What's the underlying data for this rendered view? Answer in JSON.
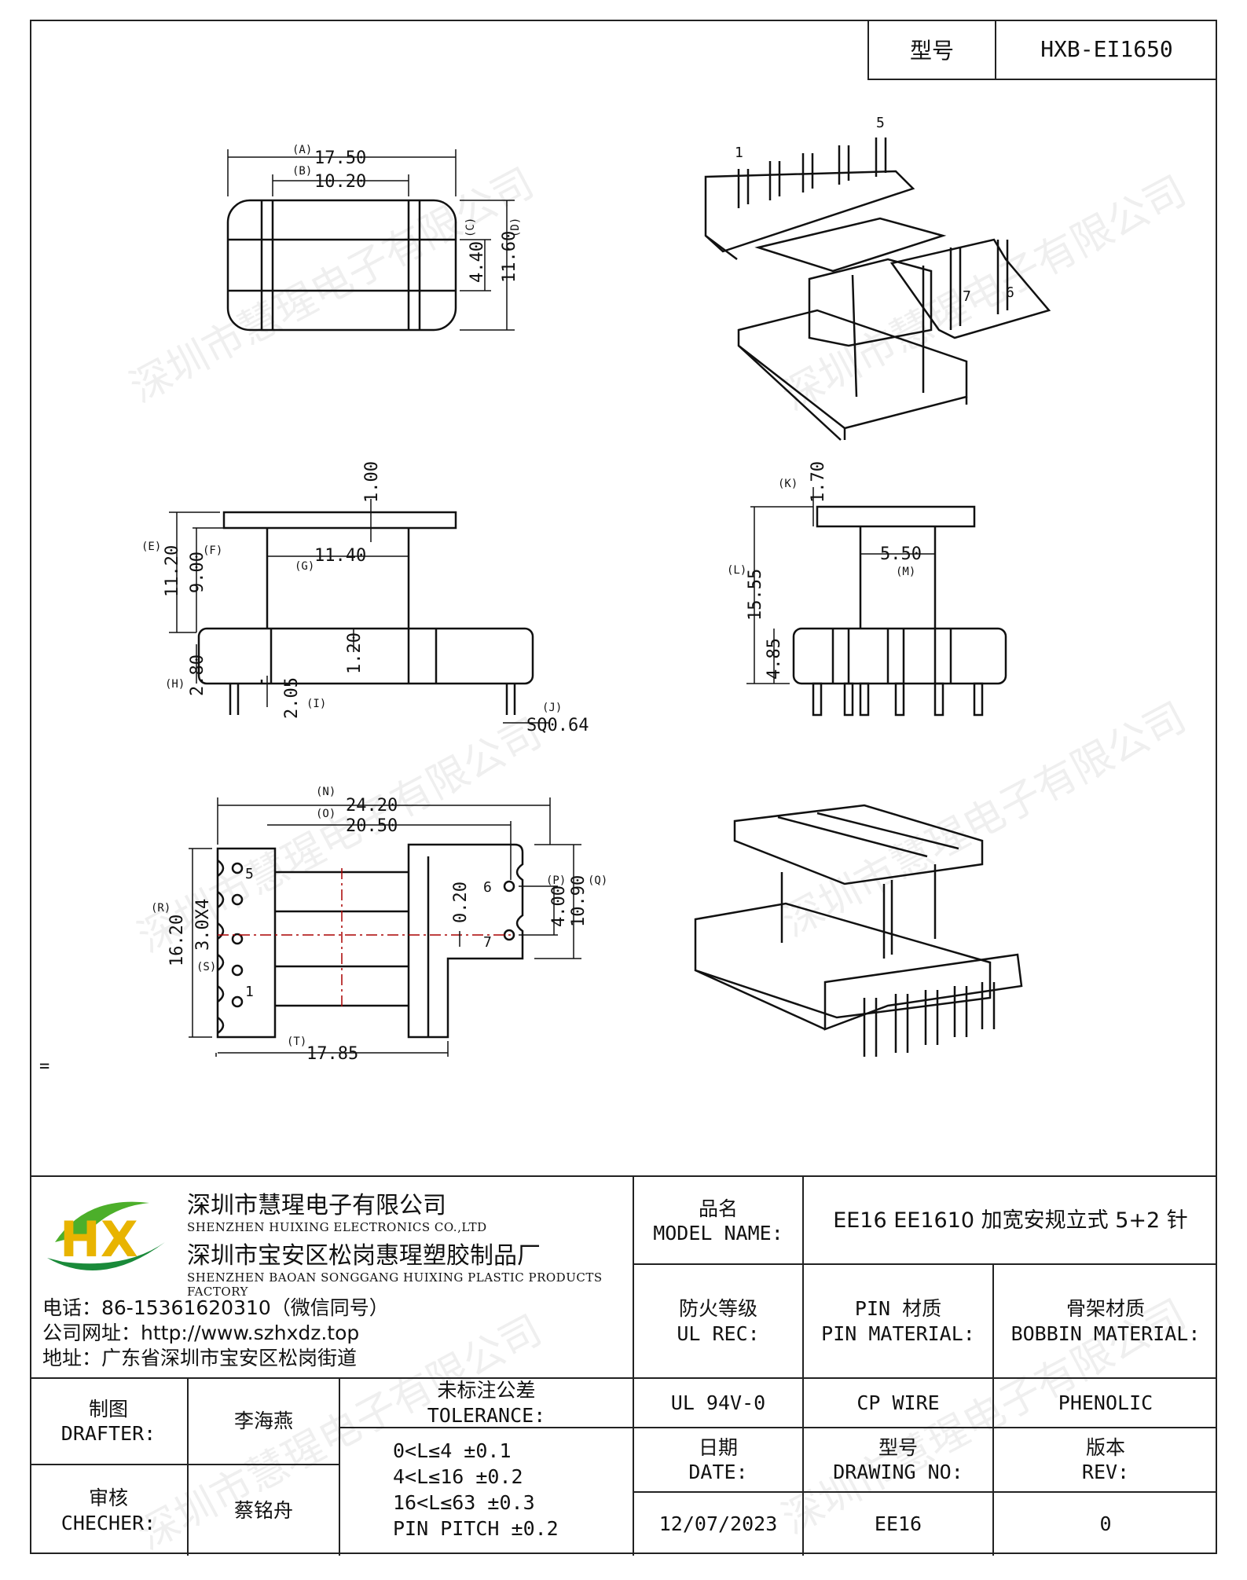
{
  "header": {
    "model_label": "型号",
    "model_value": "HXB-EI1650"
  },
  "watermark": "深圳市慧瑆电子有限公司",
  "equals_mark": "=",
  "views": {
    "top": {
      "a_label": "(A)",
      "a": "17.50",
      "b_label": "(B)",
      "b": "10.20",
      "c_label": "(C)",
      "c": "4.40",
      "d_label": "(D)",
      "d": "11.60"
    },
    "iso_top": {
      "pin_1": "1",
      "pin_5": "5",
      "pin_6": "6",
      "pin_7": "7"
    },
    "front": {
      "e_label": "(E)",
      "e": "11.20",
      "f_label": "(F)",
      "f": "9.00",
      "g_label": "(G)",
      "g": "11.40",
      "top_thk": "1.00",
      "flange": "1.20",
      "h_label": "(H)",
      "h": "2.80",
      "i_label": "(I)",
      "i": "2.05",
      "j_label": "(J)",
      "j": "SQ0.64"
    },
    "side": {
      "k_label": "(K)",
      "k": "1.70",
      "l_label": "(L)",
      "l": "15.55",
      "m_label": "(M)",
      "m": "5.50",
      "base": "4.85"
    },
    "bottom": {
      "n_label": "(N)",
      "n": "24.20",
      "o_label": "(O)",
      "o": "20.50",
      "p_label": "(P)",
      "p": "4.00",
      "q_label": "(Q)",
      "q": "10.90",
      "r_label": "(R)",
      "r": "16.20",
      "s_label": "(S)",
      "s": "3.0X4",
      "t_label": "(T)",
      "t": "17.85",
      "gap": "0.20",
      "pin_1": "1",
      "pin_5": "5",
      "pin_6": "6",
      "pin_7": "7"
    }
  },
  "company": {
    "name_cn": "深圳市慧瑆电子有限公司",
    "name_en": "SHENZHEN HUIXING ELECTRONICS CO.,LTD",
    "factory_cn": "深圳市宝安区松岗惠瑆塑胶制品厂",
    "factory_en": "SHENZHEN BAOAN SONGGANG HUIXING PLASTIC PRODUCTS FACTORY",
    "phone": "电话：86-15361620310（微信同号）",
    "website": "公司网址：http://www.szhxdz.top",
    "address": "地址：广东省深圳市宝安区松岗街道",
    "logo": "HX"
  },
  "table": {
    "model_name_cn": "品名",
    "model_name_en": "MODEL NAME:",
    "model_name_value": "EE16 EE1610 加宽安规立式 5+2 针",
    "ul_cn": "防火等级",
    "ul_en": "UL REC:",
    "pin_cn": "PIN 材质",
    "pin_en": "PIN MATERIAL:",
    "bobbin_cn": "骨架材质",
    "bobbin_en": "BOBBIN MATERIAL:",
    "ul_value": "UL 94V-0",
    "pin_value": "CP WIRE",
    "bobbin_value": "PHENOLIC",
    "drafter_cn": "制图",
    "drafter_en": "DRAFTER:",
    "drafter_name": "李海燕",
    "checker_cn": "审核",
    "checker_en": "CHECHER:",
    "checker_name": "蔡铭舟",
    "tolerance_cn": "未标注公差",
    "tolerance_en": "TOLERANCE:",
    "tolerance_lines": [
      "0<L≤4  ±0.1",
      "4<L≤16 ±0.2",
      "16<L≤63 ±0.3",
      "PIN PITCH ±0.2"
    ],
    "date_cn": "日期",
    "date_en": "DATE:",
    "drawing_cn": "型号",
    "drawing_en": "DRAWING NO:",
    "rev_cn": "版本",
    "rev_en": "REV:",
    "date_value": "12/07/2023",
    "drawing_value": "EE16",
    "rev_value": "0"
  }
}
